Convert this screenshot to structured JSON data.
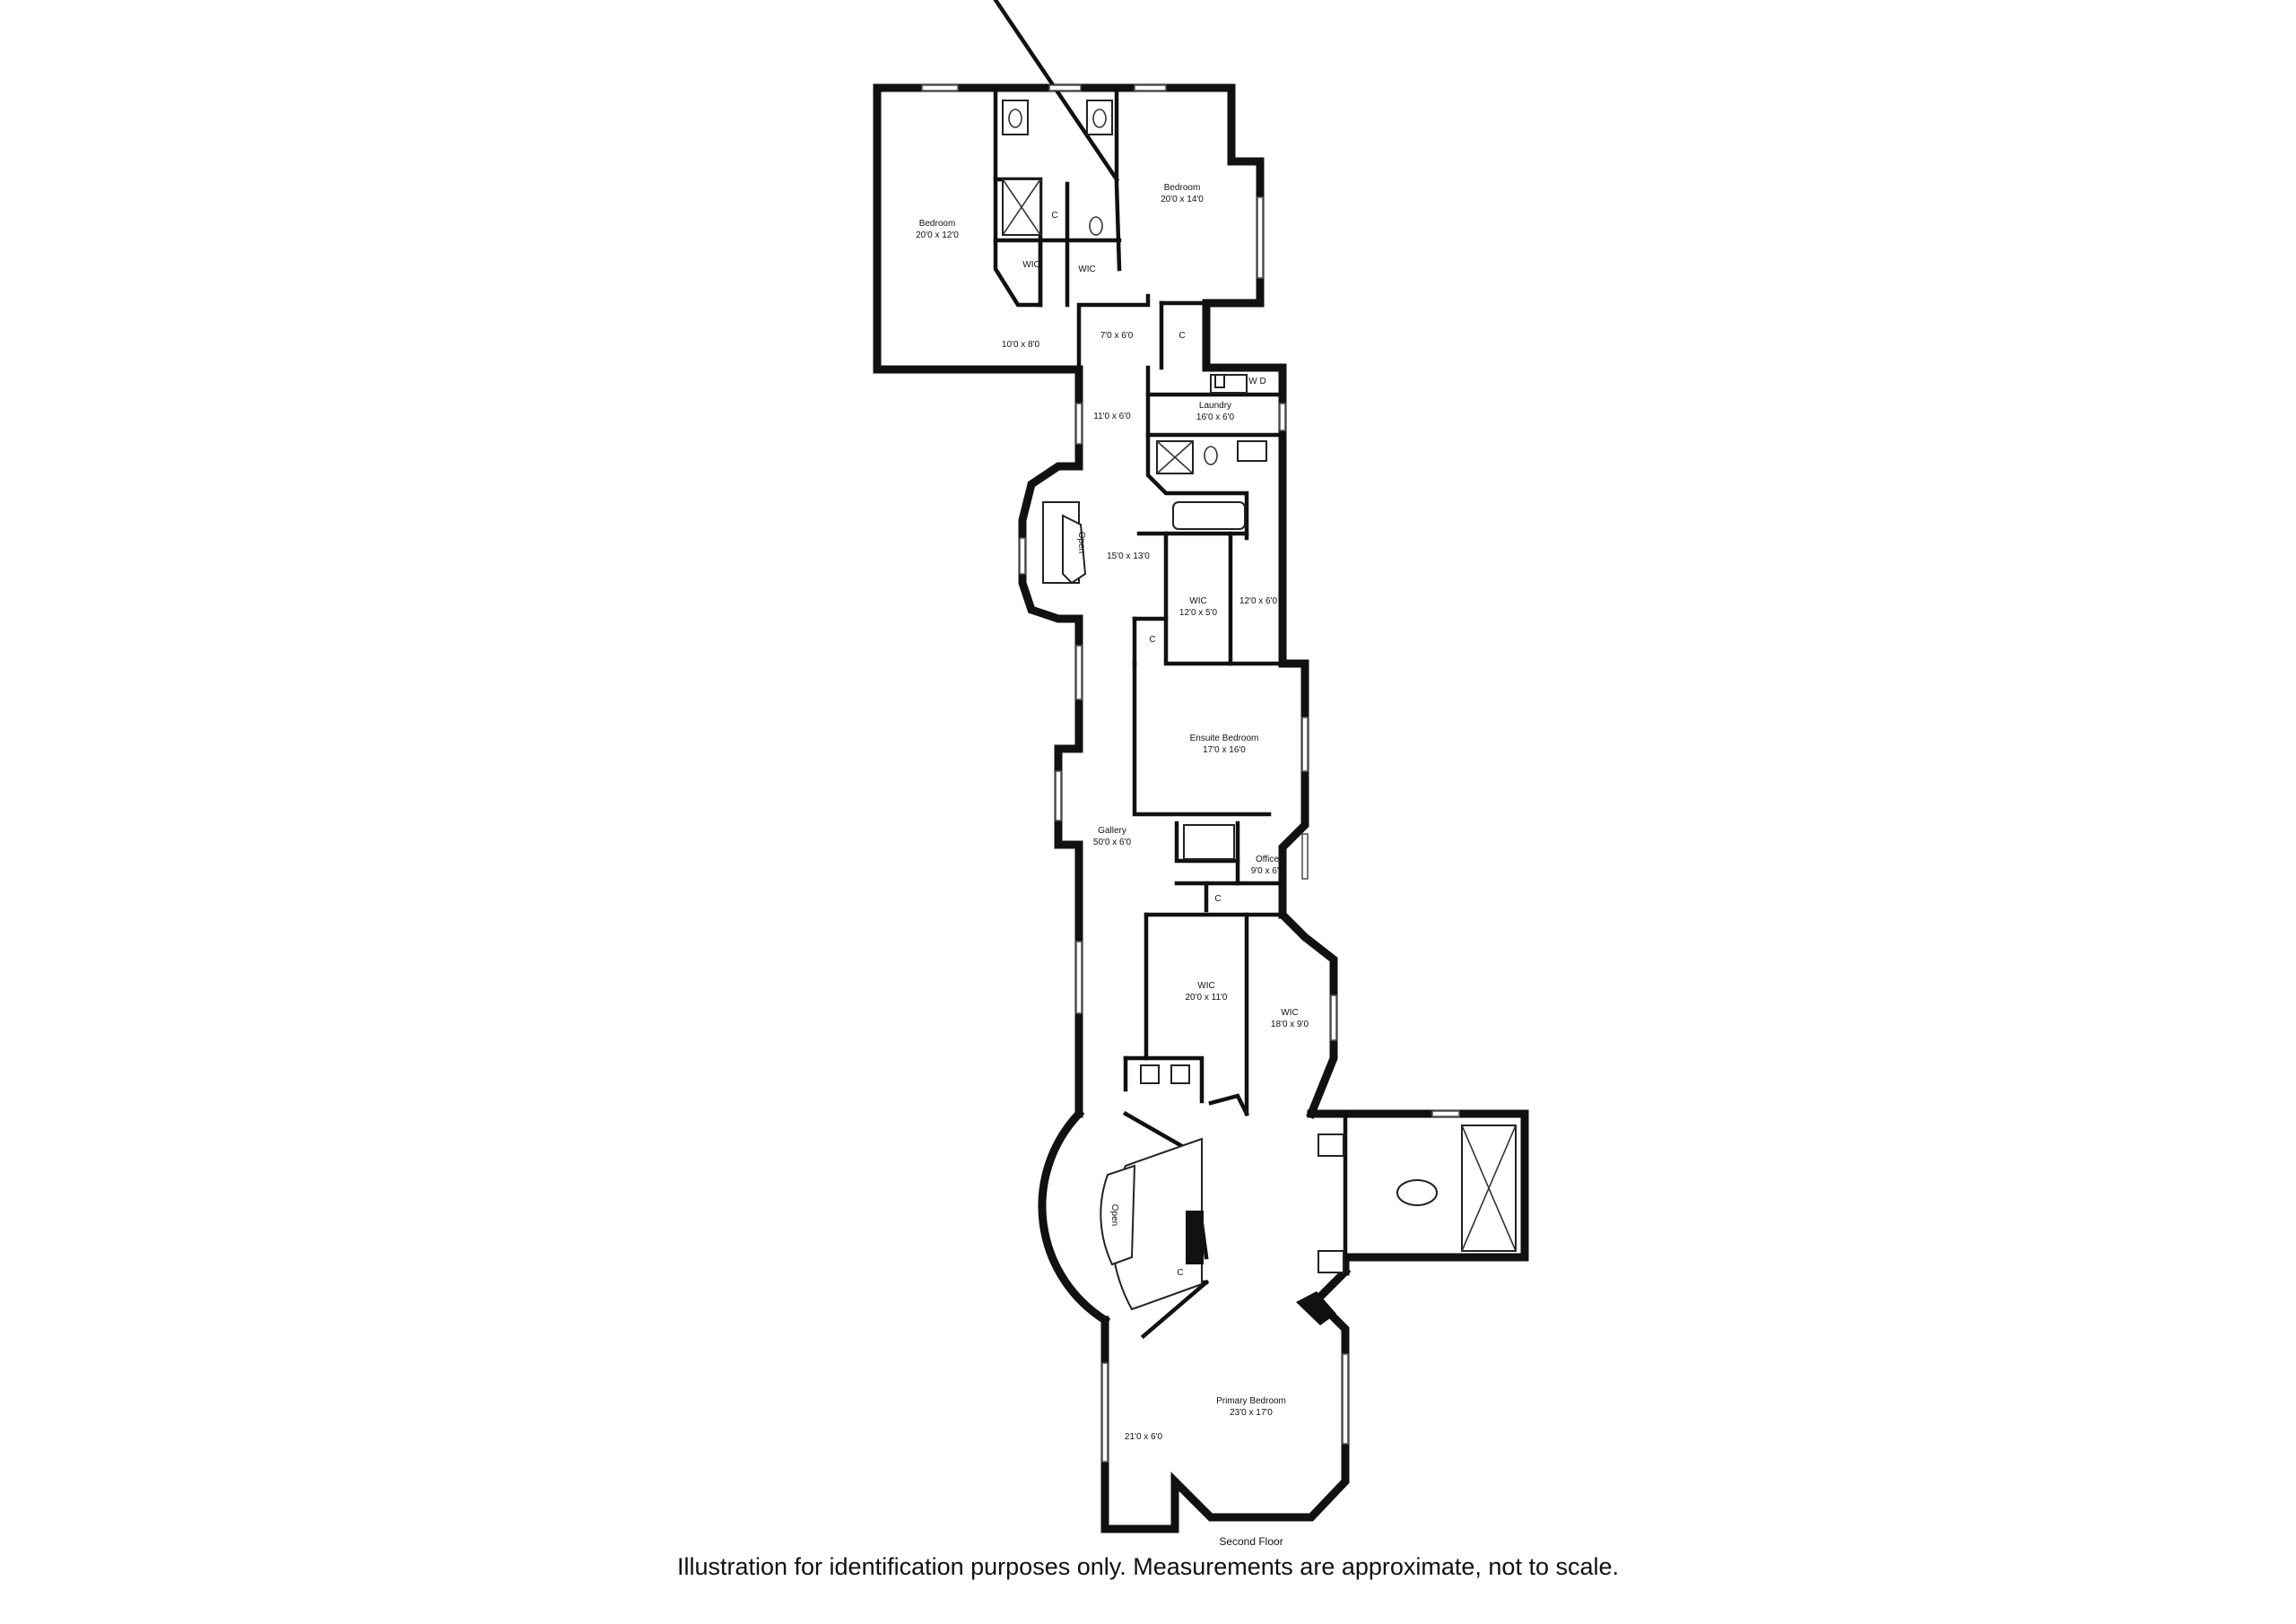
{
  "floor_label": "Second Floor",
  "disclaimer": "Illustration for identification purposes only. Measurements are approximate, not to scale.",
  "rooms": [
    {
      "id": "bedroom-west",
      "name": "Bedroom",
      "dims": "20'0 x 12'0"
    },
    {
      "id": "bedroom-east",
      "name": "Bedroom",
      "dims": "20'0 x 14'0"
    },
    {
      "id": "wic-a",
      "name": "WIC",
      "dims": ""
    },
    {
      "id": "wic-b",
      "name": "WIC",
      "dims": ""
    },
    {
      "id": "closet-a",
      "name": "C",
      "dims": ""
    },
    {
      "id": "hall-a",
      "name": "",
      "dims": "10'0 x 8'0"
    },
    {
      "id": "hall-b",
      "name": "",
      "dims": "7'0 x 6'0"
    },
    {
      "id": "closet-b",
      "name": "C",
      "dims": ""
    },
    {
      "id": "laundry",
      "name": "Laundry",
      "dims": "16'0 x 6'0"
    },
    {
      "id": "hall-c",
      "name": "",
      "dims": "11'0 x 6'0"
    },
    {
      "id": "hall-d",
      "name": "",
      "dims": "15'0 x 13'0"
    },
    {
      "id": "wic-c",
      "name": "WIC",
      "dims": "12'0 x 5'0"
    },
    {
      "id": "bath-hall",
      "name": "",
      "dims": "12'0 x 6'0"
    },
    {
      "id": "closet-c",
      "name": "C",
      "dims": ""
    },
    {
      "id": "ensuite-bedroom",
      "name": "Ensuite Bedroom",
      "dims": "17'0 x 16'0"
    },
    {
      "id": "gallery",
      "name": "Gallery",
      "dims": "50'0 x 6'0"
    },
    {
      "id": "office",
      "name": "Office",
      "dims": "9'0 x 6'0"
    },
    {
      "id": "closet-d",
      "name": "C",
      "dims": ""
    },
    {
      "id": "wic-d",
      "name": "WIC",
      "dims": "20'0 x 11'0"
    },
    {
      "id": "wic-e",
      "name": "WIC",
      "dims": "18'0 x 9'0"
    },
    {
      "id": "closet-e",
      "name": "C",
      "dims": ""
    },
    {
      "id": "primary-bedroom",
      "name": "Primary Bedroom",
      "dims": "23'0 x 17'0"
    },
    {
      "id": "hall-e",
      "name": "",
      "dims": "21'0 x 6'0"
    }
  ],
  "open_labels": [
    "Open",
    "Open"
  ],
  "laundry_appliances": "W D"
}
